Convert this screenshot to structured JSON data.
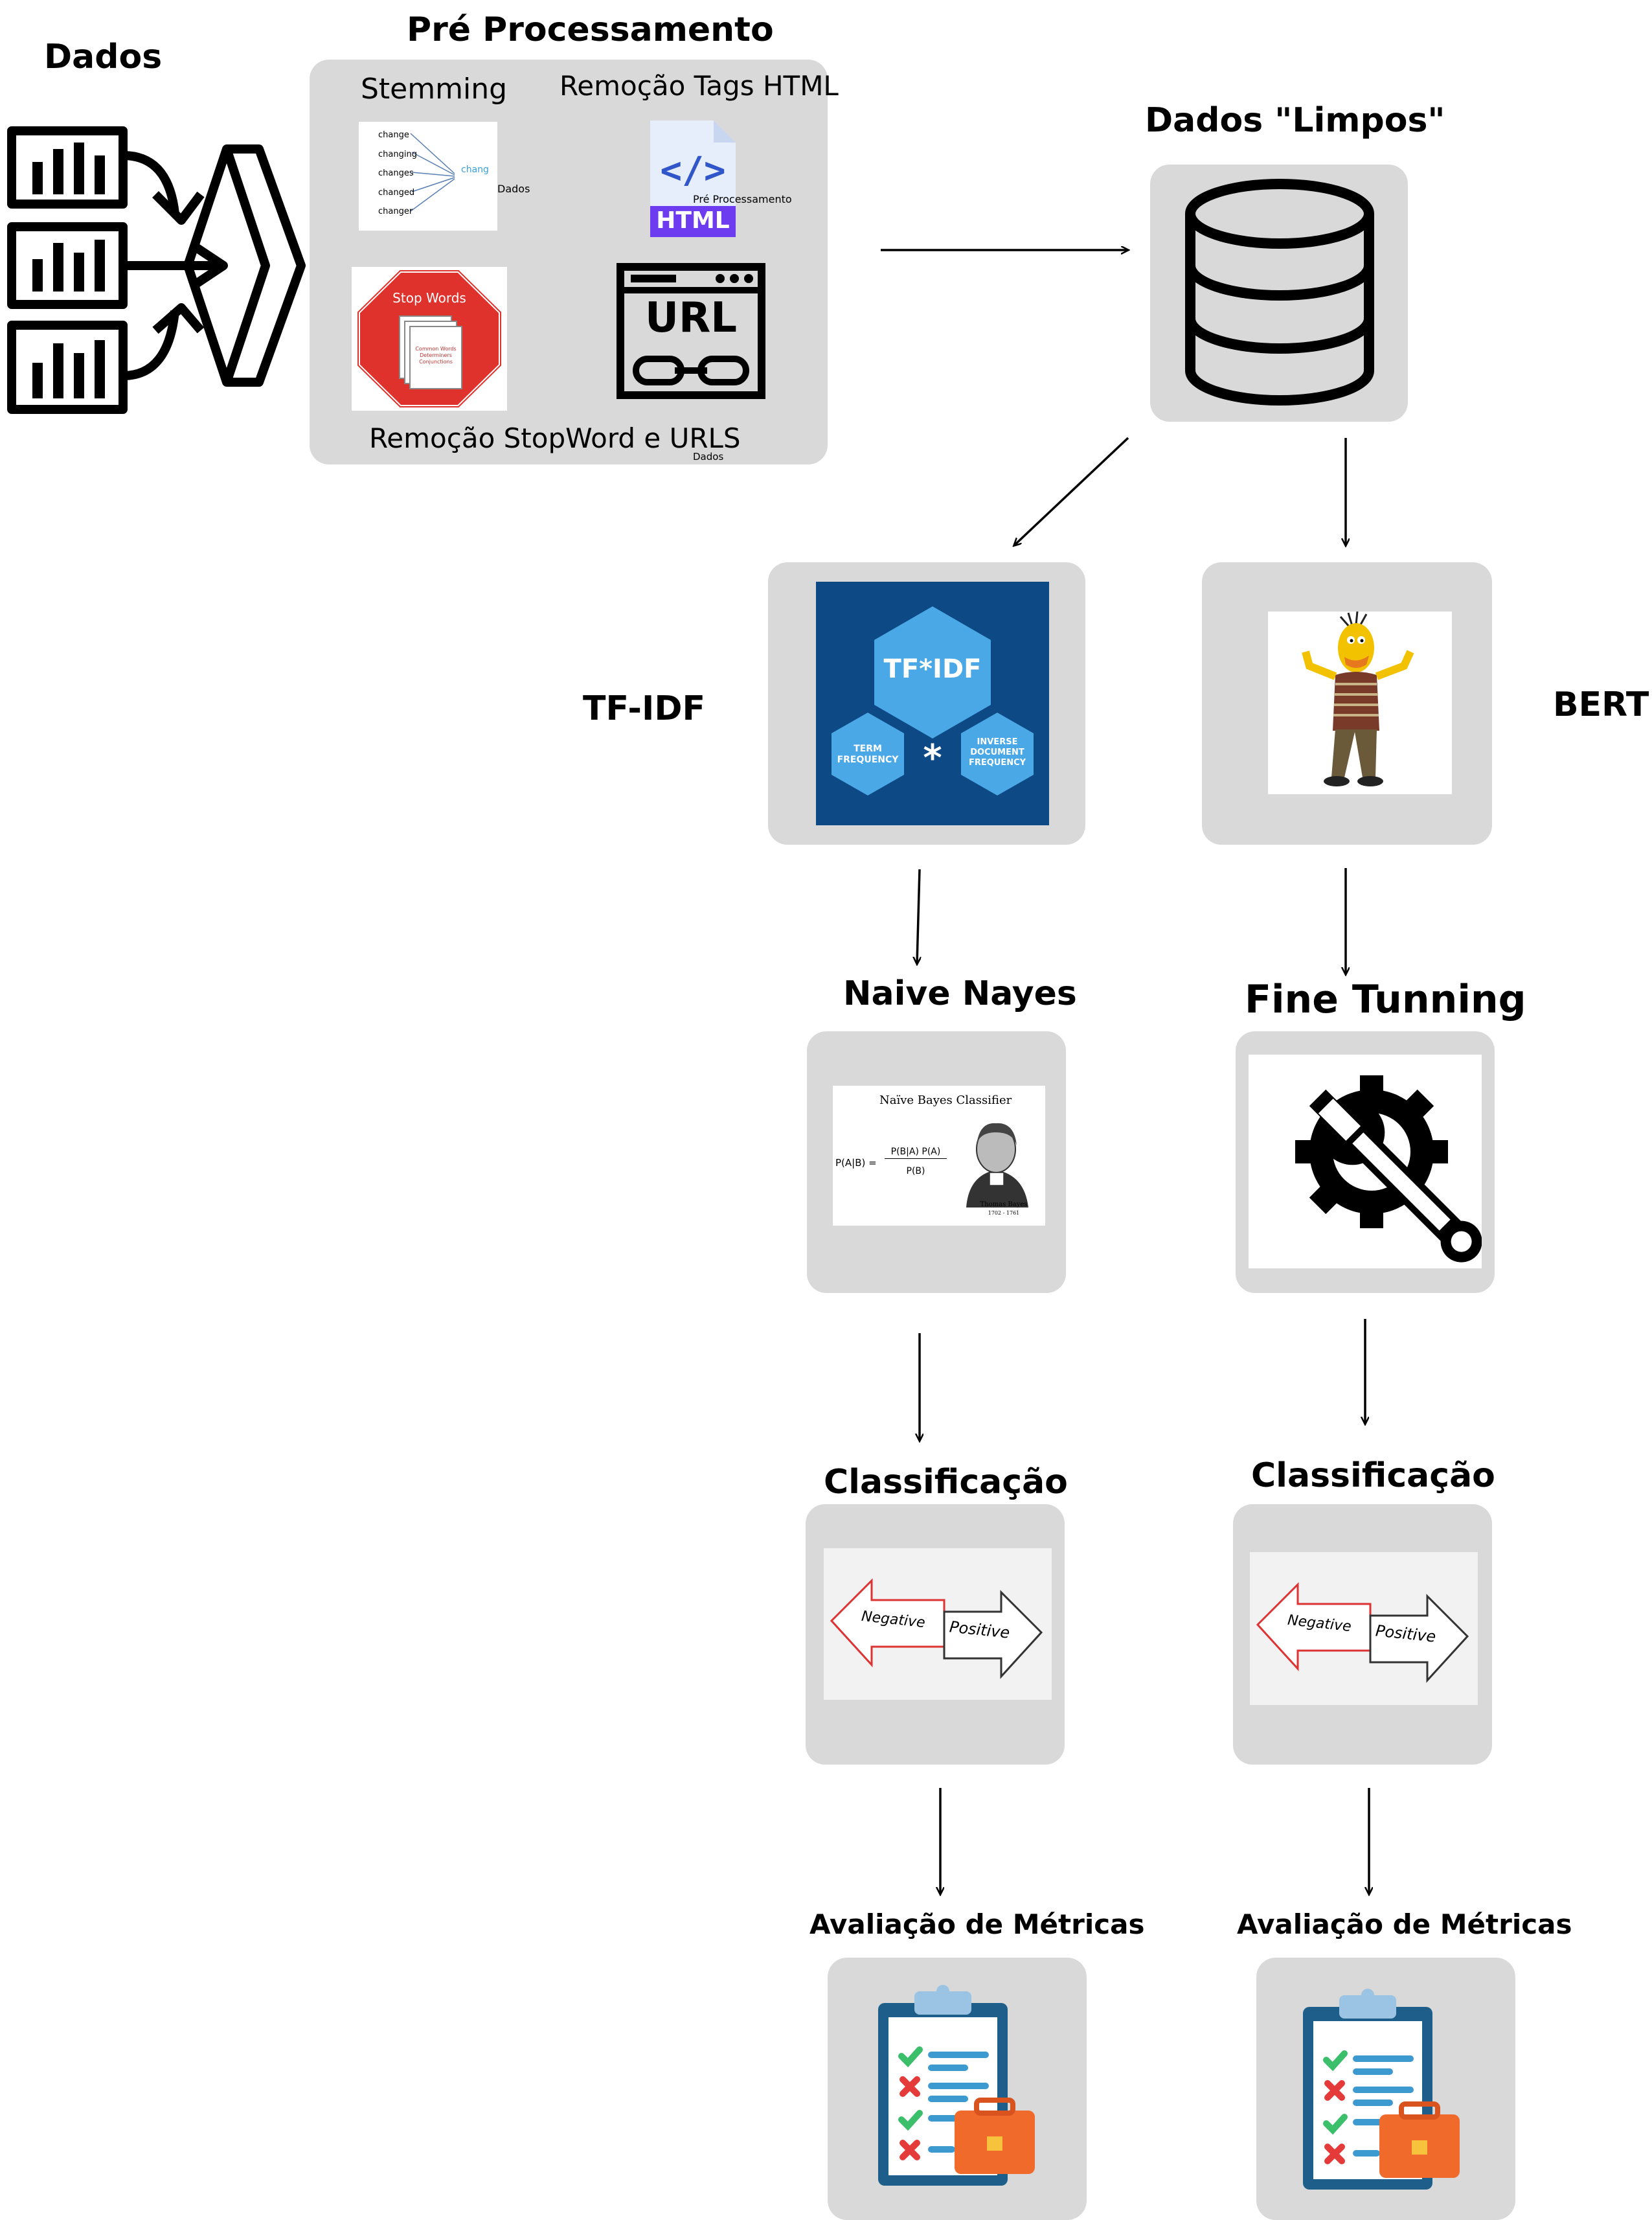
{
  "dados": {
    "title": "Dados"
  },
  "pre": {
    "title": "Pré Processamento",
    "stemming": {
      "label": "Stemming",
      "words": [
        "change",
        "changing",
        "changes",
        "changed",
        "changer"
      ],
      "stem": "chang",
      "caption": "Dados"
    },
    "html_tags": {
      "label": "Remoção Tags HTML",
      "badge": "HTML",
      "caption": "Pré Processamento"
    },
    "stop": {
      "sign_text": "Stop Words",
      "doc_lines": [
        "Common Words",
        "Determiners",
        "Conjunctions"
      ]
    },
    "url": {
      "text": "URL"
    },
    "stopword_urls": {
      "label": "Remoção StopWord e URLS",
      "caption": "Dados"
    }
  },
  "clean": {
    "title": "Dados \"Limpos\""
  },
  "tfidf": {
    "label": "TF-IDF",
    "hex_main": "TF*IDF",
    "hex_left": [
      "TERM",
      "FREQUENCY"
    ],
    "hex_right": [
      "INVERSE",
      "DOCUMENT",
      "FREQUENCY"
    ],
    "operator": "*"
  },
  "bert": {
    "label": "BERT"
  },
  "nb": {
    "title": "Naive Nayes",
    "image": {
      "heading": "Naïve Bayes Classifier",
      "lhs": "P(A|B) =",
      "numerator": "P(B|A) P(A)",
      "denominator": "P(B)",
      "portrait_name": "Thomas Bayes",
      "portrait_years": "1702 - 1761"
    }
  },
  "ft": {
    "title": "Fine Tunning"
  },
  "class_left": {
    "title": "Classificação",
    "neg": "Negative",
    "pos": "Positive"
  },
  "class_right": {
    "title": "Classificação",
    "neg": "Negative",
    "pos": "Positive"
  },
  "eval_left": {
    "title": "Avaliação de Métricas"
  },
  "eval_right": {
    "title": "Avaliação de Métricas"
  },
  "colors": {
    "panel": "#d9d9d9",
    "tfidf_bg": "#0d4a85",
    "hex": "#4aa8e6",
    "stop_red": "#e0322c",
    "html_purple": "#6d3cf0",
    "briefcase": "#f06a2c"
  }
}
